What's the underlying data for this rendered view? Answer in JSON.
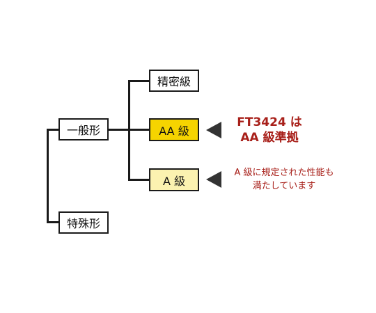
{
  "nodes": {
    "root_general": "一般形",
    "root_special": "特殊形",
    "precision": "精密級",
    "aa_class": "AA 級",
    "a_class": "A 級"
  },
  "notes": {
    "aa_line1": "FT3424 は",
    "aa_line2": "AA 級準拠",
    "a_line1": "A 級に規定された性能も",
    "a_line2": "満たしています"
  },
  "colors": {
    "aa_fill": "#f6d400",
    "a_fill": "#fbf2b0",
    "note_red": "#a8201a",
    "line": "#1a1a1a",
    "triangle": "#333333"
  }
}
